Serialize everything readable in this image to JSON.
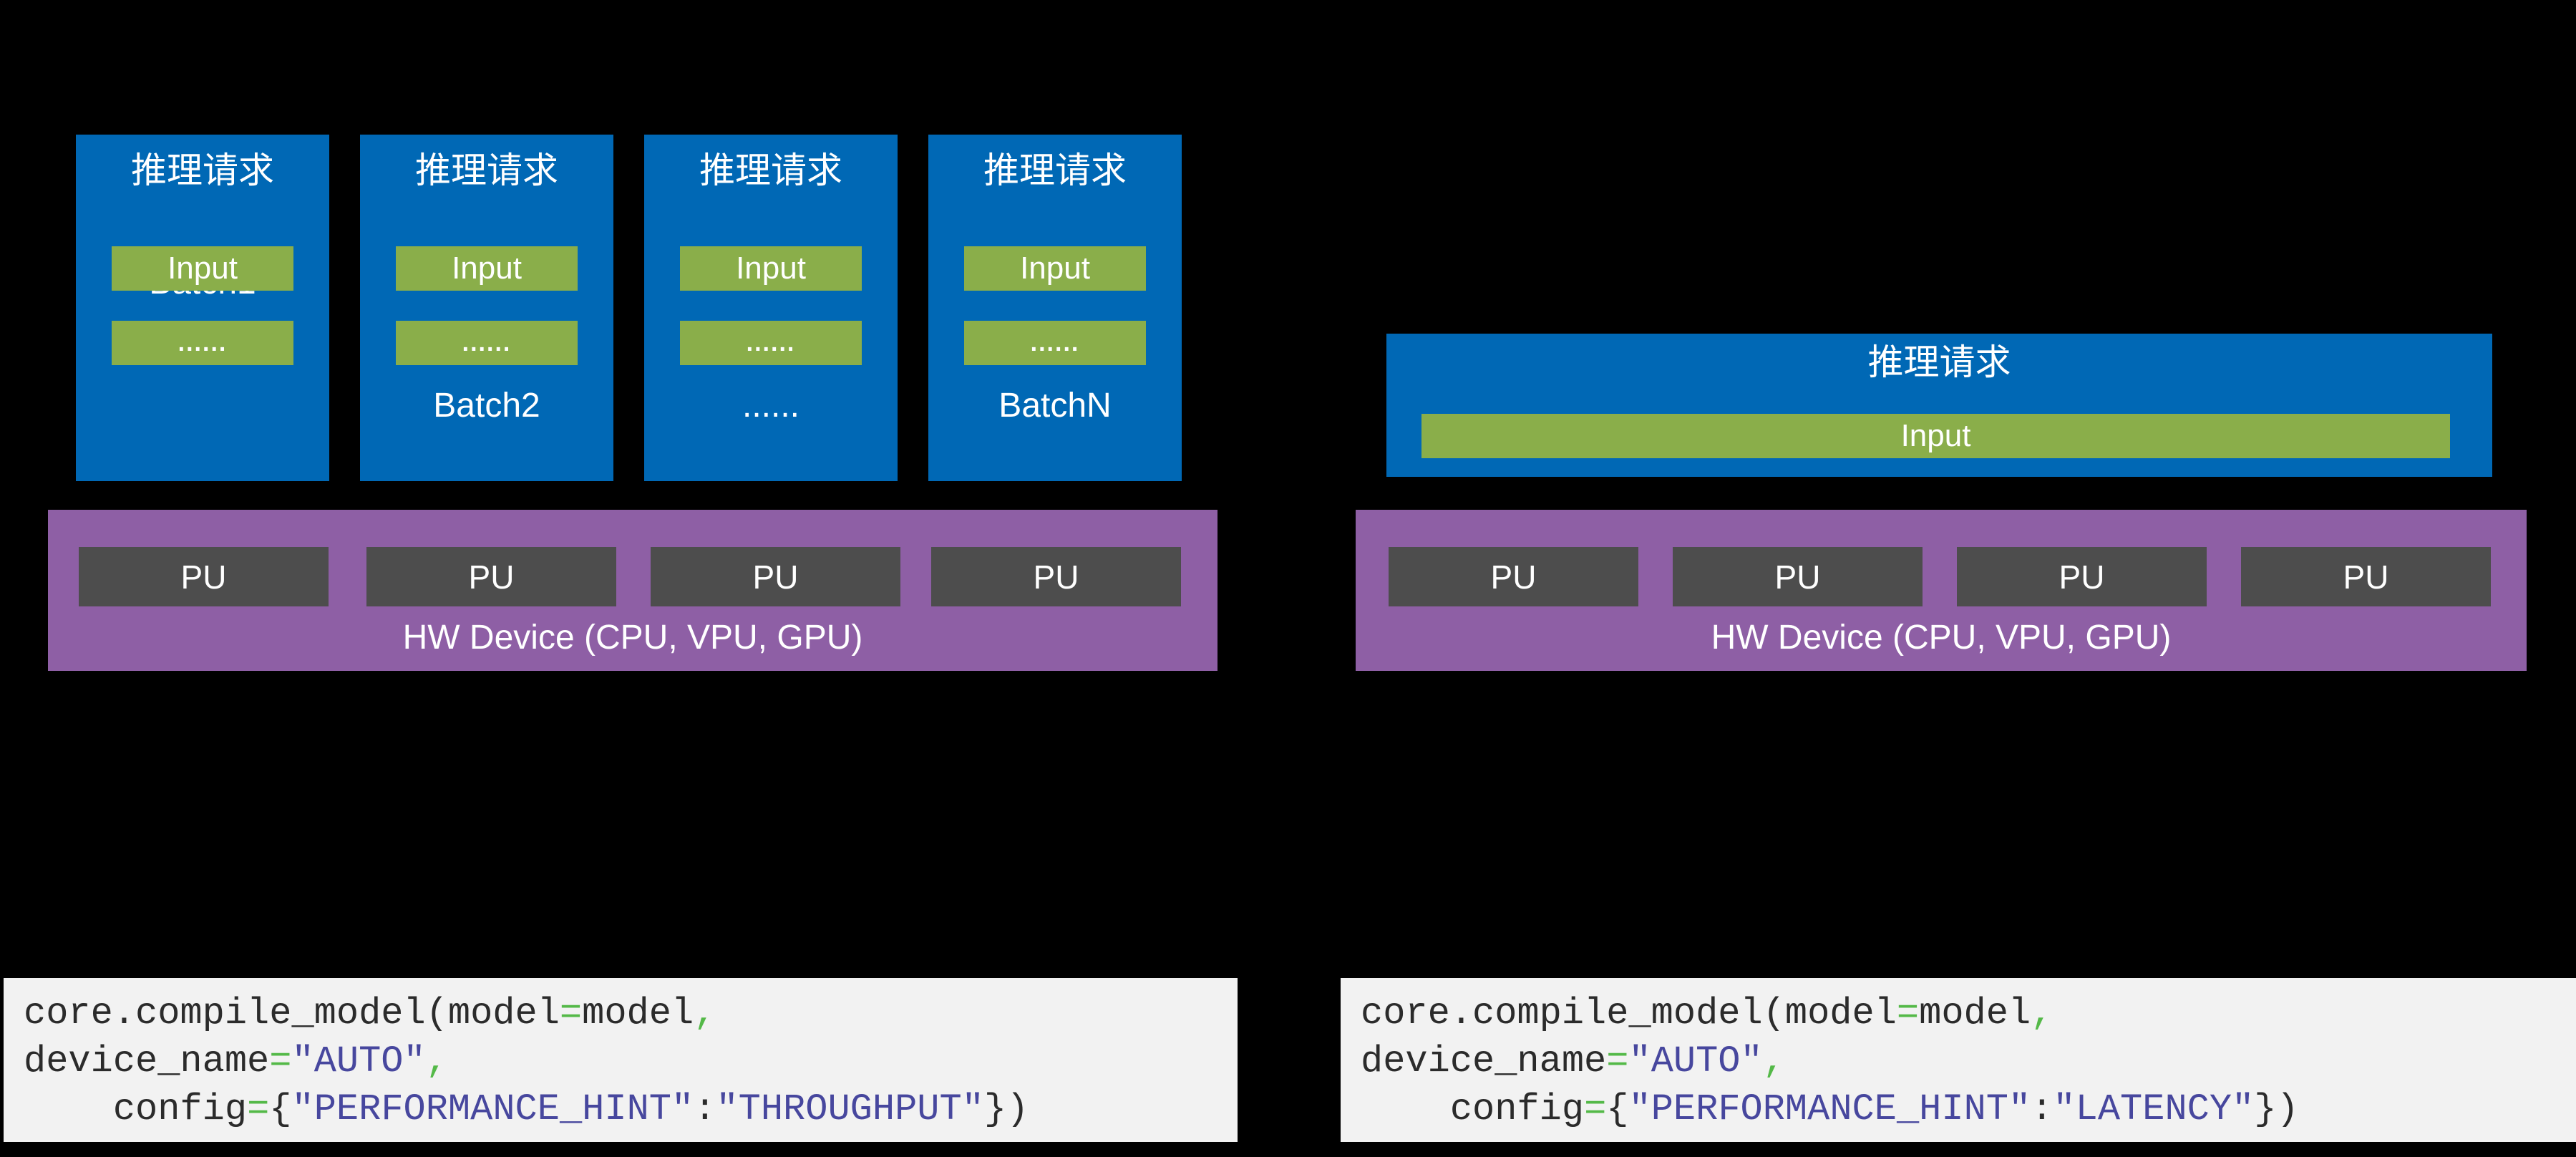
{
  "colors": {
    "background": "#000000",
    "box-blue": "#0068B5",
    "box-green": "#8AAE4A",
    "bar-purple": "#8E5FA5",
    "pu-gray": "#4D4D4D",
    "code-bg": "#F2F2F2",
    "code-plain": "#2B2B2B",
    "code-op": "#54B948",
    "code-str": "#47479E",
    "text-white": "#FFFFFF"
  },
  "throughput_diagram": {
    "requests": [
      {
        "title": "推理请求",
        "input": "Input",
        "dots": "......",
        "batch": "Batch1"
      },
      {
        "title": "推理请求",
        "input": "Input",
        "dots": "......",
        "batch": "Batch2"
      },
      {
        "title": "推理请求",
        "input": "Input",
        "dots": "......",
        "batch": "......"
      },
      {
        "title": "推理请求",
        "input": "Input",
        "dots": "......",
        "batch": "BatchN"
      }
    ],
    "hw": {
      "pus": [
        "PU",
        "PU",
        "PU",
        "PU"
      ],
      "label": "HW Device (CPU, VPU, GPU)"
    },
    "code_lines": [
      [
        {
          "t": "core.compile_model(model",
          "c": "plain"
        },
        {
          "t": "=",
          "c": "op"
        },
        {
          "t": "model",
          "c": "plain"
        },
        {
          "t": ",",
          "c": "op"
        }
      ],
      [
        {
          "t": "device_name",
          "c": "plain"
        },
        {
          "t": "=",
          "c": "op"
        },
        {
          "t": "\"AUTO\"",
          "c": "str"
        },
        {
          "t": ",",
          "c": "op"
        }
      ],
      [
        {
          "t": "    config",
          "c": "plain"
        },
        {
          "t": "=",
          "c": "op"
        },
        {
          "t": "{",
          "c": "plain"
        },
        {
          "t": "\"PERFORMANCE_HINT\"",
          "c": "str"
        },
        {
          "t": ":",
          "c": "plain"
        },
        {
          "t": "\"THROUGHPUT\"",
          "c": "str"
        },
        {
          "t": "})",
          "c": "plain"
        }
      ]
    ]
  },
  "latency_diagram": {
    "request": {
      "title": "推理请求",
      "input": "Input"
    },
    "hw": {
      "pus": [
        "PU",
        "PU",
        "PU",
        "PU"
      ],
      "label": "HW Device (CPU, VPU, GPU)"
    },
    "code_lines": [
      [
        {
          "t": "core.compile_model(model",
          "c": "plain"
        },
        {
          "t": "=",
          "c": "op"
        },
        {
          "t": "model",
          "c": "plain"
        },
        {
          "t": ",",
          "c": "op"
        }
      ],
      [
        {
          "t": "device_name",
          "c": "plain"
        },
        {
          "t": "=",
          "c": "op"
        },
        {
          "t": "\"AUTO\"",
          "c": "str"
        },
        {
          "t": ",",
          "c": "op"
        }
      ],
      [
        {
          "t": "    config",
          "c": "plain"
        },
        {
          "t": "=",
          "c": "op"
        },
        {
          "t": "{",
          "c": "plain"
        },
        {
          "t": "\"PERFORMANCE_HINT\"",
          "c": "str"
        },
        {
          "t": ":",
          "c": "plain"
        },
        {
          "t": "\"LATENCY\"",
          "c": "str"
        },
        {
          "t": "})",
          "c": "plain"
        }
      ]
    ]
  }
}
